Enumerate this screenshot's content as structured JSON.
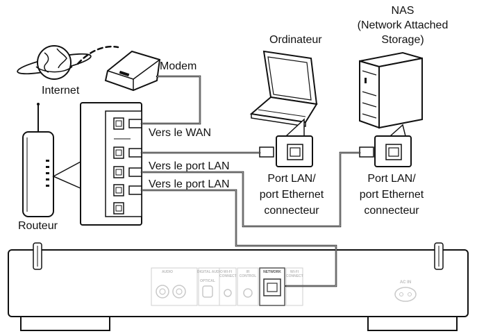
{
  "labels": {
    "nas_title": "NAS",
    "nas_sub1": "(Network Attached",
    "nas_sub2": "Storage)",
    "computer": "Ordinateur",
    "modem": "Modem",
    "internet": "Internet",
    "router": "Routeur",
    "to_wan": "Vers le WAN",
    "to_lan_1": "Vers le port LAN",
    "to_lan_2": "Vers le port LAN",
    "pc_port_1": "Port LAN/",
    "pc_port_2": "port Ethernet",
    "pc_port_3": "connecteur",
    "nas_port_1": "Port LAN/",
    "nas_port_2": "port Ethernet",
    "nas_port_3": "connecteur"
  },
  "rear_panel": {
    "audio": "AUDIO",
    "digital_audio": "DIGITAL AUDIO",
    "optical": "OPTICAL",
    "wifi_connect": "WI-FI CONNECT",
    "ir_control": "IR CONTROL",
    "network": "NETWORK",
    "wifi_connect_2": "WI-FI CONNECT",
    "ac_in": "AC IN"
  },
  "colors": {
    "line": "#111111",
    "panel_text": "#bcbcbc",
    "highlight": "#555555"
  }
}
